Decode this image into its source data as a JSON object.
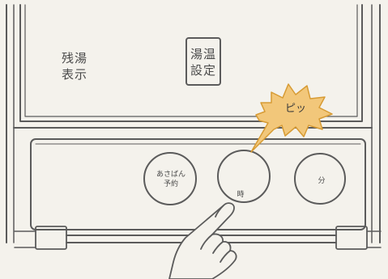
{
  "labels": {
    "zanyu_line1": "残湯",
    "zanyu_line2": "表示",
    "yuon_line1": "湯温",
    "yuon_line2": "設定"
  },
  "buttons": {
    "asa_line1": "あさばん",
    "asa_line2": "予約",
    "ji": "時",
    "fun": "分"
  },
  "callout": {
    "text": "ピッ"
  },
  "colors": {
    "background": "#f4f2ec",
    "line": "#5b5b5b",
    "callout_fill": "#f2c77a",
    "callout_stroke": "#d79b34"
  },
  "icons": {
    "hand": "pointing-hand-icon"
  }
}
